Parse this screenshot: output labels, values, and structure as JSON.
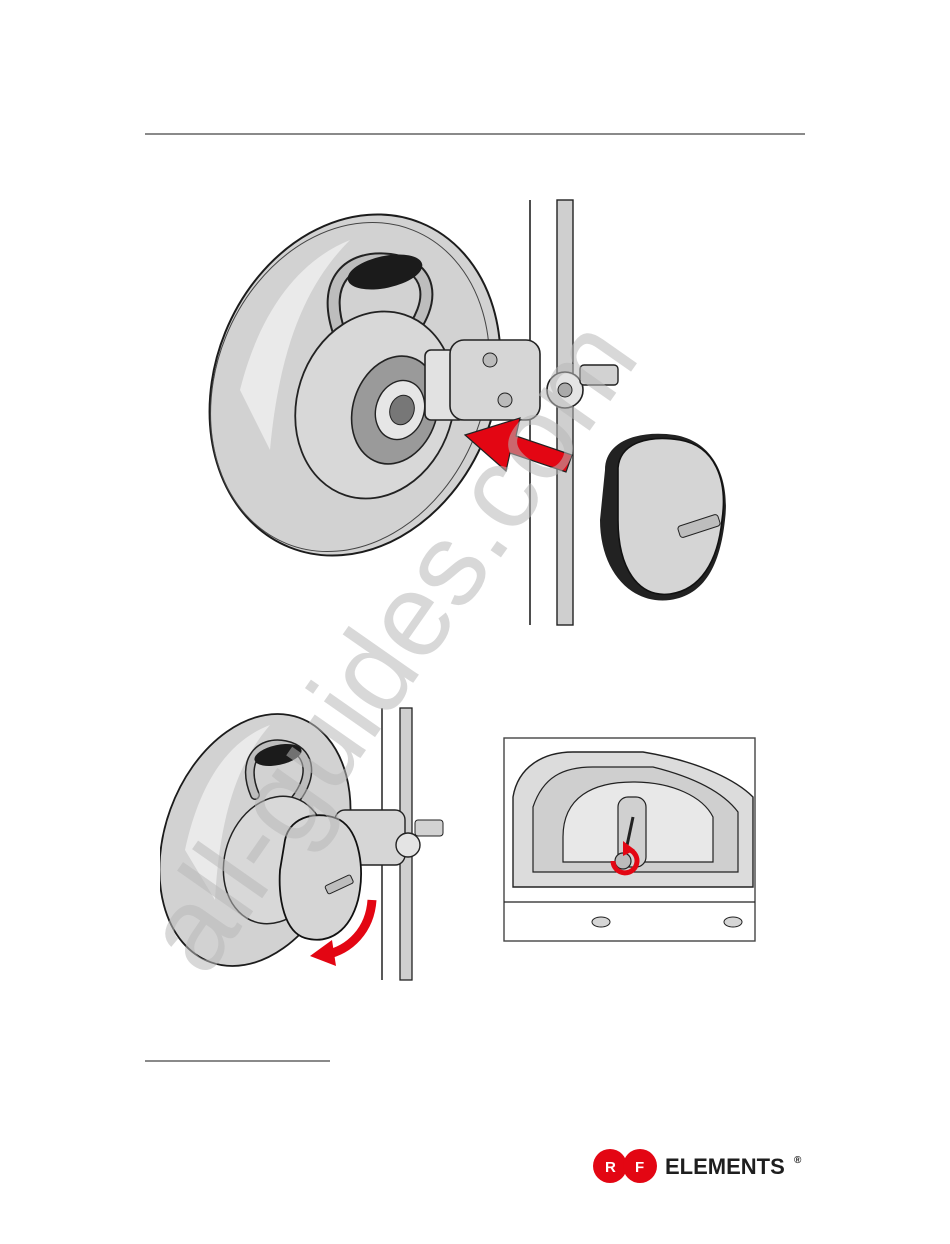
{
  "brand": {
    "name": "ELEMENTS",
    "logo_letters": [
      "R",
      "F"
    ],
    "registered_mark": "®",
    "colors": {
      "accent": "#e30613",
      "text": "#1e1e1e"
    }
  },
  "watermark": {
    "text": "all-guides.com"
  },
  "figures": [
    {
      "id": "step-attach-radio",
      "arrow_color": "#e30613"
    },
    {
      "id": "step-rotate-radio",
      "arrow_color": "#e30613"
    },
    {
      "id": "detail-screw-lock",
      "arrow_color": "#e30613"
    }
  ]
}
